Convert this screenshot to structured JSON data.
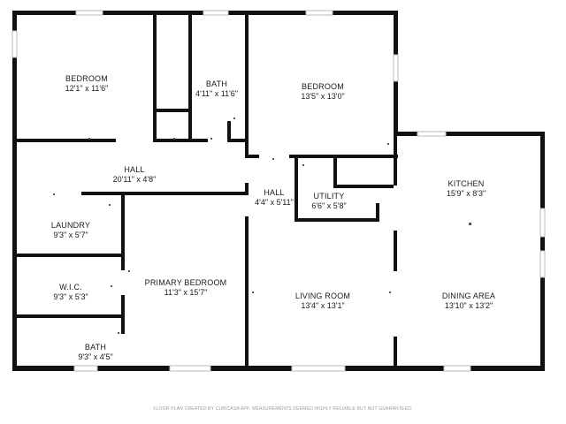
{
  "rooms": {
    "bedroom_left": {
      "name": "BEDROOM",
      "dims": "12'1\" x 11'6\""
    },
    "bath_top": {
      "name": "BATH",
      "dims": "4'11\" x 11'6\""
    },
    "bedroom_mid": {
      "name": "BEDROOM",
      "dims": "13'5\" x 13'0\""
    },
    "hall_main": {
      "name": "HALL",
      "dims": "20'11\" x 4'8\""
    },
    "hall_small": {
      "name": "HALL",
      "dims": "4'4\" x 5'11\""
    },
    "utility": {
      "name": "UTILITY",
      "dims": "6'6\" x 5'8\""
    },
    "kitchen": {
      "name": "KITCHEN",
      "dims": "15'9\" x 8'3\""
    },
    "laundry": {
      "name": "LAUNDRY",
      "dims": "9'3\" x 5'7\""
    },
    "wic": {
      "name": "W.I.C.",
      "dims": "9'3\" x 5'3\""
    },
    "primary": {
      "name": "PRIMARY BEDROOM",
      "dims": "11'3\" x 15'7\""
    },
    "living": {
      "name": "LIVING ROOM",
      "dims": "13'4\" x 13'1\""
    },
    "dining": {
      "name": "DINING AREA",
      "dims": "13'10\" x 13'2\""
    },
    "bath_bottom": {
      "name": "BATH",
      "dims": "9'3\" x 4'5\""
    }
  },
  "footer_text": "FLOOR PLAN CREATED BY CUBICASA APP. MEASUREMENTS DEEMED HIGHLY RELIABLE BUT NOT GUARANTEED.",
  "colors": {
    "wall": "#111111",
    "window": "#b8b8b8",
    "background": "#ffffff",
    "text": "#1a1a1a"
  }
}
